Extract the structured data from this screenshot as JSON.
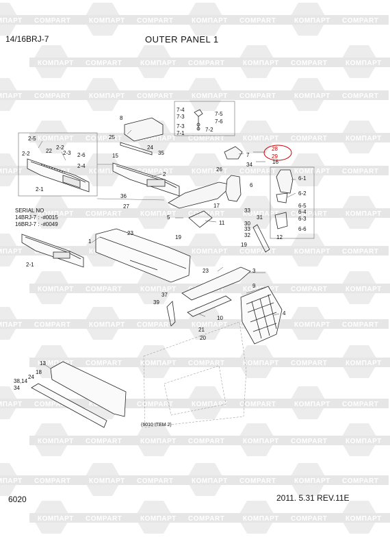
{
  "header": {
    "model": "14/16BRJ-7",
    "title": "OUTER PANEL 1"
  },
  "footer": {
    "page_code": "6020",
    "revision": "2011. 5.31  REV.11E"
  },
  "serial_note": {
    "heading": "SERIAL NO",
    "line1": "14BRJ-7 : -#0015",
    "line2": "16BRJ-7 : -#0049"
  },
  "watermark": {
    "brand_cyrillic": "КОМПАРТ",
    "brand_latin": "COMPART"
  },
  "reference_note": "(6010 ITEM 2)",
  "callouts": [
    {
      "id": "c-2-5",
      "text": "2-5",
      "red": false
    },
    {
      "id": "c-2-2a",
      "text": "2-2",
      "red": false
    },
    {
      "id": "c-22",
      "text": "22",
      "red": false
    },
    {
      "id": "c-2-2b",
      "text": "2-2",
      "red": false
    },
    {
      "id": "c-2-3",
      "text": "2-3",
      "red": false
    },
    {
      "id": "c-2-6",
      "text": "2-6",
      "red": false
    },
    {
      "id": "c-2-4",
      "text": "2-4",
      "red": false
    },
    {
      "id": "c-2-1a",
      "text": "2-1",
      "red": false
    },
    {
      "id": "c-8",
      "text": "8",
      "red": false
    },
    {
      "id": "c-25",
      "text": "25",
      "red": false
    },
    {
      "id": "c-24a",
      "text": "24",
      "red": false
    },
    {
      "id": "c-15",
      "text": "15",
      "red": false
    },
    {
      "id": "c-35",
      "text": "35",
      "red": false
    },
    {
      "id": "c-2",
      "text": "2",
      "red": false
    },
    {
      "id": "c-36",
      "text": "36",
      "red": false
    },
    {
      "id": "c-27",
      "text": "27",
      "red": false
    },
    {
      "id": "c-7-4",
      "text": "7-4",
      "red": false
    },
    {
      "id": "c-7-5",
      "text": "7-5",
      "red": false
    },
    {
      "id": "c-7-3a",
      "text": "7-3",
      "red": false
    },
    {
      "id": "c-7-6",
      "text": "7-6",
      "red": false
    },
    {
      "id": "c-7-3b",
      "text": "7-3",
      "red": false
    },
    {
      "id": "c-7-2",
      "text": "7-2",
      "red": false
    },
    {
      "id": "c-7-1",
      "text": "7-1",
      "red": false
    },
    {
      "id": "c-7",
      "text": "7",
      "red": false
    },
    {
      "id": "c-28",
      "text": "28",
      "red": true
    },
    {
      "id": "c-29",
      "text": "29",
      "red": true
    },
    {
      "id": "c-26",
      "text": "26",
      "red": false
    },
    {
      "id": "c-34a",
      "text": "34",
      "red": false
    },
    {
      "id": "c-16",
      "text": "16",
      "red": false
    },
    {
      "id": "c-6",
      "text": "6",
      "red": false
    },
    {
      "id": "c-6-1",
      "text": "6-1",
      "red": false
    },
    {
      "id": "c-6-2",
      "text": "6-2",
      "red": false
    },
    {
      "id": "c-6-5",
      "text": "6-5",
      "red": false
    },
    {
      "id": "c-6-4",
      "text": "6-4",
      "red": false
    },
    {
      "id": "c-6-3",
      "text": "6-3",
      "red": false
    },
    {
      "id": "c-6-6",
      "text": "6-6",
      "red": false
    },
    {
      "id": "c-5",
      "text": "5",
      "red": false
    },
    {
      "id": "c-17",
      "text": "17",
      "red": false
    },
    {
      "id": "c-33a",
      "text": "33",
      "red": false
    },
    {
      "id": "c-31",
      "text": "31",
      "red": false
    },
    {
      "id": "c-30",
      "text": "30",
      "red": false
    },
    {
      "id": "c-33b",
      "text": "33",
      "red": false
    },
    {
      "id": "c-32",
      "text": "32",
      "red": false
    },
    {
      "id": "c-11",
      "text": "11",
      "red": false
    },
    {
      "id": "c-12",
      "text": "12",
      "red": false
    },
    {
      "id": "c-19a",
      "text": "19",
      "red": false
    },
    {
      "id": "c-19b",
      "text": "19",
      "red": false
    },
    {
      "id": "c-1",
      "text": "1",
      "red": false
    },
    {
      "id": "c-23a",
      "text": "23",
      "red": false
    },
    {
      "id": "c-2-1b",
      "text": "2-1",
      "red": false
    },
    {
      "id": "c-23b",
      "text": "23",
      "red": false
    },
    {
      "id": "c-3",
      "text": "3",
      "red": false
    },
    {
      "id": "c-9",
      "text": "9",
      "red": false
    },
    {
      "id": "c-37",
      "text": "37",
      "red": false
    },
    {
      "id": "c-39",
      "text": "39",
      "red": false
    },
    {
      "id": "c-10",
      "text": "10",
      "red": false
    },
    {
      "id": "c-4",
      "text": "4",
      "red": false
    },
    {
      "id": "c-21",
      "text": "21",
      "red": false
    },
    {
      "id": "c-20",
      "text": "20",
      "red": false
    },
    {
      "id": "c-13",
      "text": "13",
      "red": false
    },
    {
      "id": "c-18",
      "text": "18",
      "red": false
    },
    {
      "id": "c-24b",
      "text": "24",
      "red": false
    },
    {
      "id": "c-38-14",
      "text": "38,14",
      "red": false
    },
    {
      "id": "c-34b",
      "text": "34",
      "red": false
    }
  ]
}
